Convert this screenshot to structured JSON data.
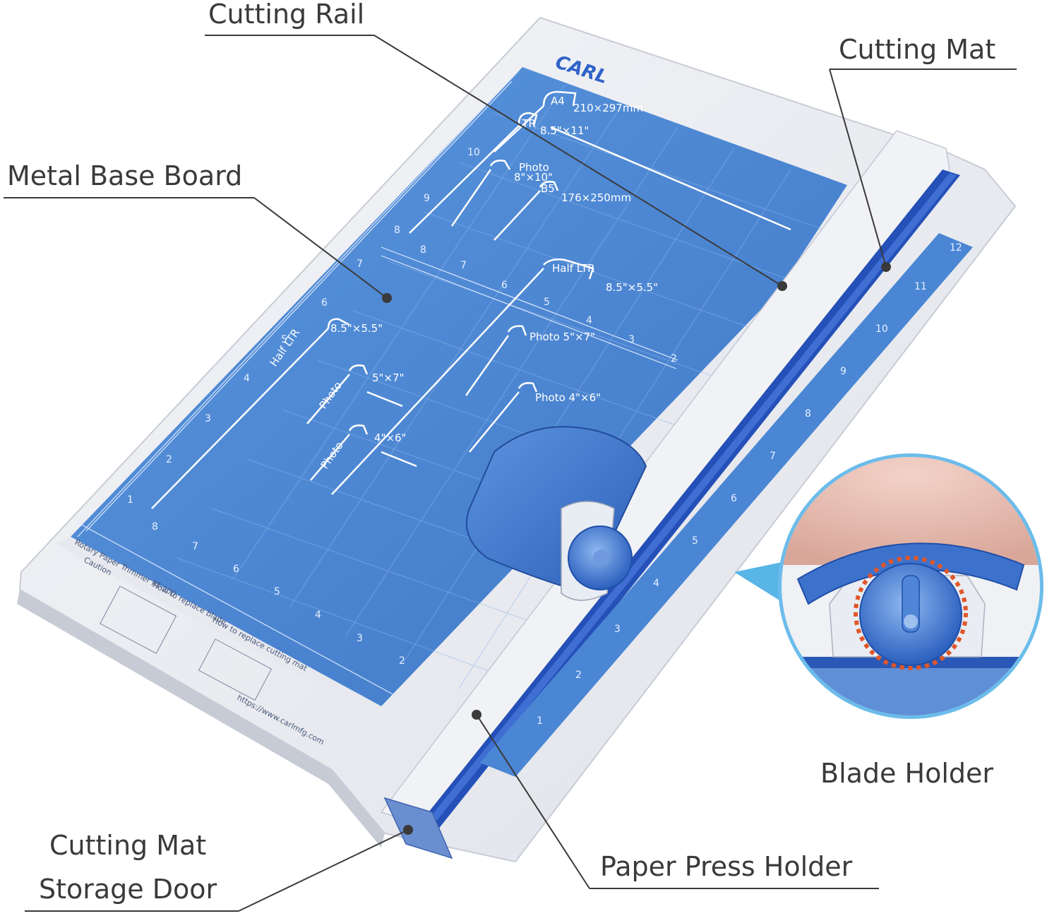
{
  "callouts": {
    "cutting_rail": "Cutting Rail",
    "cutting_mat": "Cutting Mat",
    "metal_base_board": "Metal Base Board",
    "blade_holder": "Blade Holder",
    "storage_door_line1": "Cutting Mat",
    "storage_door_line2": "Storage Door",
    "paper_press_holder": "Paper Press Holder"
  },
  "product": {
    "brand": "CARL",
    "model_label": "Rotary Paper Trimmer RT-200",
    "caution_label": "Caution",
    "replace_blade_label": "How to replace blade",
    "replace_mat_label": "How to replace cutting mat",
    "url": "https://www.carlmfg.com"
  },
  "templates": {
    "a4": "A4",
    "a4_size": "210×297mm",
    "ltr": "LTR",
    "ltr_size": "8.5\"×11\"",
    "photo_8x10_a": "Photo",
    "photo_8x10_b": "8\"×10\"",
    "b5": "B5",
    "b5_size": "176×250mm",
    "half_ltr": "Half LTR",
    "half_ltr_size": "8.5\"×5.5\"",
    "half_ltr_side": "Half LTR",
    "half_ltr_side_size": "8.5\"×5.5\"",
    "photo_5x7_right": "Photo 5\"×7\"",
    "photo_side_1": "Photo",
    "photo_5x7_side": "5\"×7\"",
    "photo_4x6_right": "Photo 4\"×6\"",
    "photo_side_2": "Photo",
    "photo_4x6_side": "4\"×6\""
  },
  "colors": {
    "board_blue": "#4f8ad6",
    "board_blue_dark": "#3b74c4",
    "frame_white": "#eceef3",
    "rail_blue": "#2450b8",
    "slider_blue": "#3e73cc",
    "dotted_ring": "#e0562a",
    "callout_line": "#3a3a3a"
  },
  "icons": {
    "blade_detail": "magnified-blade-holder-icon",
    "slider": "rotary-blade-slider-icon"
  }
}
